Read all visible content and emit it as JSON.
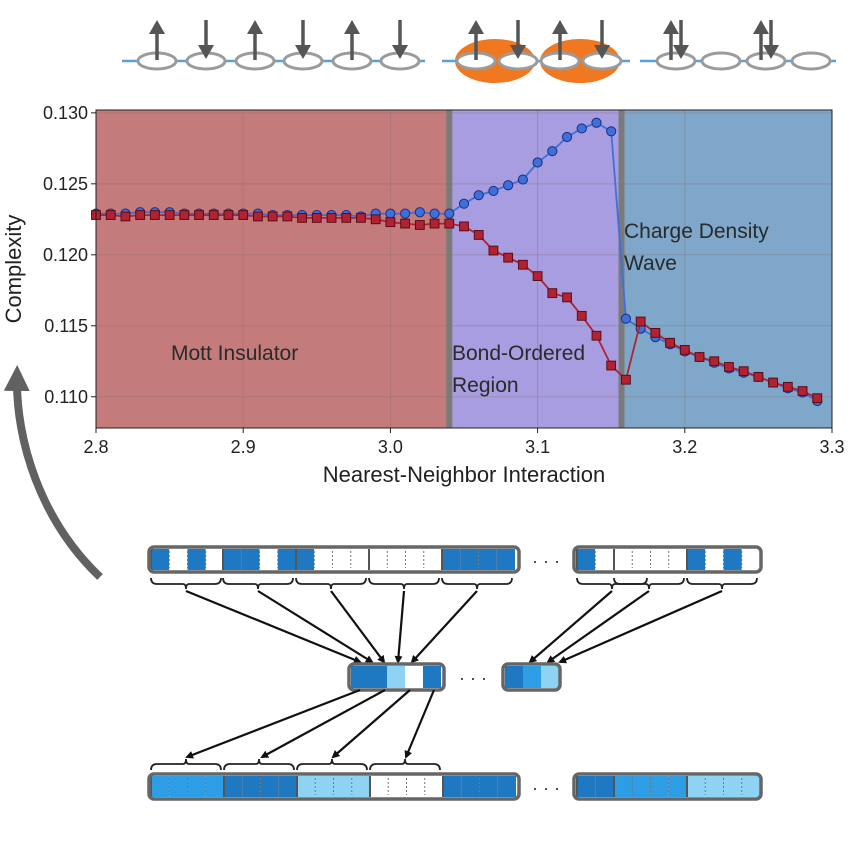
{
  "chart_data": {
    "type": "line",
    "xlabel": "Nearest-Neighbor Interaction",
    "ylabel": "Complexity",
    "xlim": [
      2.8,
      3.3
    ],
    "ylim": [
      0.1078,
      0.1302
    ],
    "xticks": [
      "2.8",
      "2.9",
      "3.0",
      "3.1",
      "3.2",
      "3.3"
    ],
    "yticks": [
      "0.110",
      "0.115",
      "0.120",
      "0.125",
      "0.130"
    ],
    "grid": true,
    "regions": [
      {
        "label_lines": [
          "Mott Insulator"
        ],
        "x_start": 2.8,
        "x_end": 3.04,
        "color": "#c47b7b"
      },
      {
        "label_lines": [
          "Bond-Ordered",
          "Region"
        ],
        "x_start": 3.04,
        "x_end": 3.157,
        "color": "#a79de0"
      },
      {
        "label_lines": [
          "Charge Density",
          "Wave"
        ],
        "x_start": 3.157,
        "x_end": 3.3,
        "color": "#7ea7c9"
      }
    ],
    "boundaries": [
      3.04,
      3.157
    ],
    "series": [
      {
        "marker": "circle",
        "color": "#3f6fd8",
        "x": [
          2.8,
          2.81,
          2.82,
          2.83,
          2.84,
          2.85,
          2.86,
          2.87,
          2.88,
          2.89,
          2.9,
          2.91,
          2.92,
          2.93,
          2.94,
          2.95,
          2.96,
          2.97,
          2.98,
          2.99,
          3.0,
          3.01,
          3.02,
          3.03,
          3.04,
          3.05,
          3.06,
          3.07,
          3.08,
          3.09,
          3.1,
          3.11,
          3.12,
          3.13,
          3.14,
          3.15,
          3.16,
          3.17,
          3.18,
          3.19,
          3.2,
          3.21,
          3.22,
          3.23,
          3.24,
          3.25,
          3.26,
          3.27,
          3.28,
          3.29
        ],
        "y": [
          0.1229,
          0.1229,
          0.1229,
          0.123,
          0.123,
          0.123,
          0.1229,
          0.1229,
          0.1229,
          0.1229,
          0.1229,
          0.1229,
          0.1228,
          0.1228,
          0.1228,
          0.1228,
          0.1228,
          0.1228,
          0.1227,
          0.1229,
          0.1229,
          0.1229,
          0.123,
          0.1229,
          0.1229,
          0.1236,
          0.1242,
          0.1245,
          0.1249,
          0.1253,
          0.1265,
          0.1273,
          0.1283,
          0.1289,
          0.1293,
          0.1287,
          0.1155,
          0.1148,
          0.1142,
          0.1137,
          0.1132,
          0.1128,
          0.1124,
          0.112,
          0.1117,
          0.1114,
          0.111,
          0.1106,
          0.1103,
          0.1097
        ]
      },
      {
        "marker": "square",
        "color": "#b12233",
        "x": [
          2.8,
          2.81,
          2.82,
          2.83,
          2.84,
          2.85,
          2.86,
          2.87,
          2.88,
          2.89,
          2.9,
          2.91,
          2.92,
          2.93,
          2.94,
          2.95,
          2.96,
          2.97,
          2.98,
          2.99,
          3.0,
          3.01,
          3.02,
          3.03,
          3.04,
          3.05,
          3.06,
          3.07,
          3.08,
          3.09,
          3.1,
          3.11,
          3.12,
          3.13,
          3.14,
          3.15,
          3.16,
          3.17,
          3.18,
          3.19,
          3.2,
          3.21,
          3.22,
          3.23,
          3.24,
          3.25,
          3.26,
          3.27,
          3.28,
          3.29
        ],
        "y": [
          0.1228,
          0.1228,
          0.1227,
          0.1228,
          0.1228,
          0.1228,
          0.1228,
          0.1228,
          0.1228,
          0.1228,
          0.1228,
          0.1227,
          0.1227,
          0.1227,
          0.1226,
          0.1226,
          0.1226,
          0.1226,
          0.1226,
          0.1225,
          0.1223,
          0.1222,
          0.1221,
          0.1222,
          0.1222,
          0.122,
          0.1214,
          0.1203,
          0.1198,
          0.1193,
          0.1185,
          0.1173,
          0.117,
          0.1157,
          0.1143,
          0.1122,
          0.1112,
          0.1153,
          0.1145,
          0.1138,
          0.1133,
          0.1128,
          0.1125,
          0.1121,
          0.1118,
          0.1114,
          0.111,
          0.1107,
          0.1104,
          0.1099
        ]
      }
    ]
  },
  "lattice": {
    "mott_spins": [
      "up",
      "down",
      "up",
      "down",
      "up",
      "down"
    ],
    "bond_spins": [
      "up",
      "down",
      "up",
      "down"
    ],
    "cdw_sites": [
      "updown",
      "empty",
      "updown",
      "empty"
    ],
    "colors": {
      "site": "#9b9b9b",
      "arrow": "#555555",
      "chain": "#5aa0d8",
      "bond": "#f07820"
    }
  },
  "tapes": {
    "top_row": [
      [
        "#1e78c2",
        "#ffffff",
        "#1e78c2",
        "#ffffff"
      ],
      [
        "#1e78c2",
        "#1e78c2",
        "#ffffff",
        "#1e78c2"
      ],
      [
        "#1e78c2",
        "#ffffff",
        "#ffffff",
        "#ffffff"
      ],
      [
        "#ffffff",
        "#ffffff",
        "#ffffff",
        "#ffffff"
      ],
      [
        "#1e78c2",
        "#1e78c2",
        "#1e78c2",
        "#1e78c2"
      ],
      [
        "#1e78c2",
        "#ffffff",
        "#1e78c2",
        "#ffffff"
      ],
      [
        "#ffffff",
        "#ffffff",
        "#ffffff",
        "#ffffff"
      ],
      [
        "#1e78c2",
        "#ffffff",
        "#1e78c2",
        "#ffffff"
      ]
    ],
    "middle_row": [
      "#1e78c2",
      "#1e78c2",
      "#8fd3f4",
      "#ffffff",
      "#1e78c2",
      "#1e78c2",
      "#2d9ee6",
      "#8fd3f4"
    ],
    "bottom_row": [
      [
        "#2d9ee6",
        "#2d9ee6",
        "#2d9ee6",
        "#2d9ee6"
      ],
      [
        "#1e78c2",
        "#1e78c2",
        "#1e78c2",
        "#1e78c2"
      ],
      [
        "#8fd3f4",
        "#8fd3f4",
        "#8fd3f4",
        "#8fd3f4"
      ],
      [
        "#ffffff",
        "#ffffff",
        "#ffffff",
        "#ffffff"
      ],
      [
        "#1e78c2",
        "#1e78c2",
        "#1e78c2",
        "#1e78c2"
      ],
      [
        "#1e78c2",
        "#1e78c2",
        "#1e78c2",
        "#1e78c2"
      ],
      [
        "#2d9ee6",
        "#2d9ee6",
        "#2d9ee6",
        "#2d9ee6"
      ],
      [
        "#8fd3f4",
        "#8fd3f4",
        "#8fd3f4",
        "#8fd3f4"
      ]
    ],
    "ellipsis": "· · ·"
  }
}
